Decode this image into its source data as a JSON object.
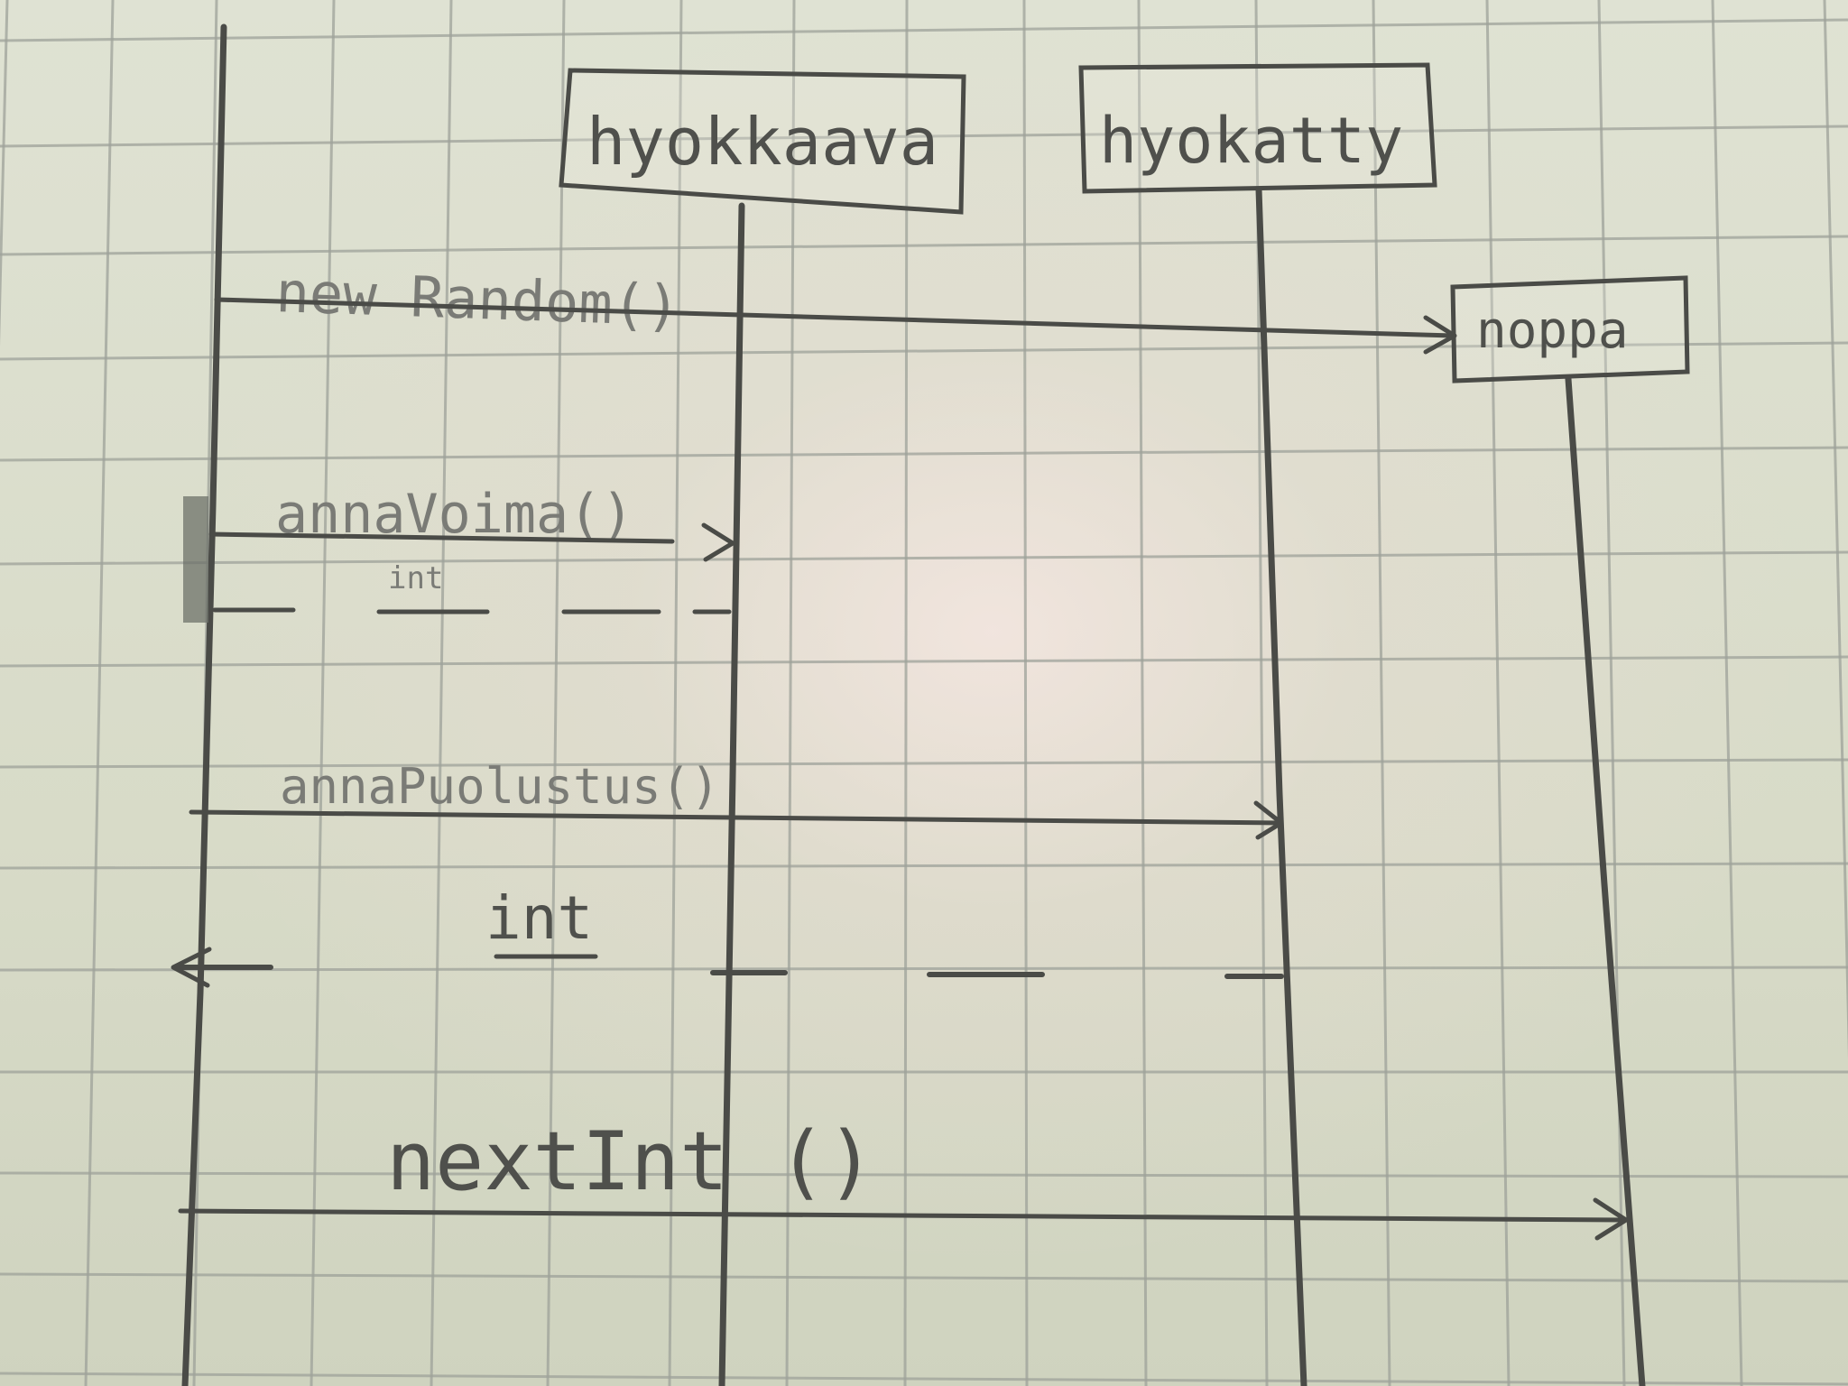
{
  "diagram": {
    "type": "sequence",
    "participants": [
      {
        "id": "hyokkaava",
        "label": "hyokkaava"
      },
      {
        "id": "hyokatty",
        "label": "hyokatty"
      },
      {
        "id": "noppa",
        "label": "noppa"
      }
    ],
    "messages": [
      {
        "label": "new Random()",
        "from": "caller",
        "to": "noppa",
        "kind": "create"
      },
      {
        "label": "annaVoima()",
        "from": "caller",
        "to": "hyokkaava",
        "kind": "call"
      },
      {
        "label": "int",
        "from": "hyokkaava",
        "to": "caller",
        "kind": "return"
      },
      {
        "label": "annaPuolustus()",
        "from": "caller",
        "to": "hyokatty",
        "kind": "call"
      },
      {
        "label": "int",
        "from": "hyokatty",
        "to": "caller",
        "kind": "return"
      },
      {
        "label": "nextInt ()",
        "from": "caller",
        "to": "noppa",
        "kind": "call"
      }
    ]
  }
}
